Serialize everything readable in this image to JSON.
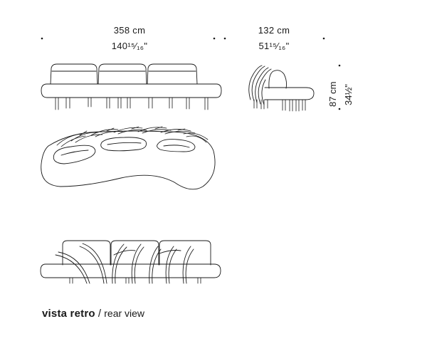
{
  "dimensions": {
    "width_cm": "358 cm",
    "width_in": "140¹⁵⁄₁₆\"",
    "depth_cm": "132 cm",
    "depth_in": "51¹⁵⁄₁₆\"",
    "height_cm": "87 cm",
    "height_in": "34½\""
  },
  "caption": {
    "italian": "vista retro",
    "separator": " / ",
    "english": "rear view"
  },
  "colors": {
    "line": "#1a1a1a",
    "background": "#ffffff"
  }
}
